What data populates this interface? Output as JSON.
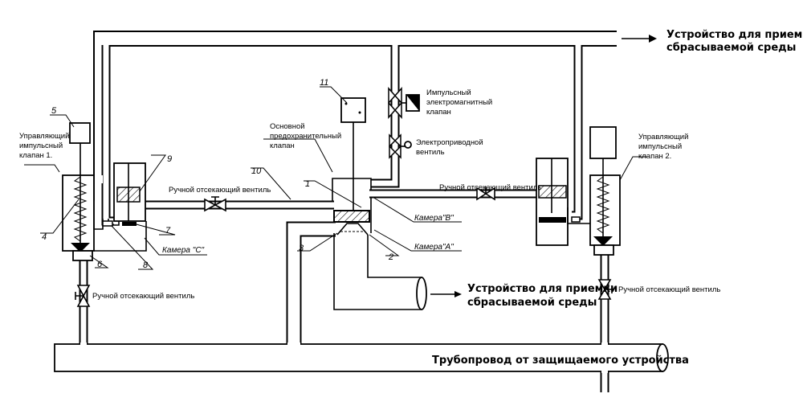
{
  "labels": {
    "outlet_top": [
      "Устройство для приемки",
      "сбрасываемой среды"
    ],
    "outlet_mid": [
      "Устройство для приемки",
      "сбрасываемой среды"
    ],
    "main_pipe": "Трубопровод от защищаемого устройства",
    "control_valve_1": [
      "Управляющий",
      "импульсный",
      "клапан 1."
    ],
    "control_valve_2": [
      "Управляющий",
      "импульсный",
      "клапан 2."
    ],
    "main_valve": [
      "Основной",
      "предохранительный",
      "клапан"
    ],
    "solenoid_valve": [
      "Импульсный",
      "электромагнитный",
      "клапан"
    ],
    "motor_valve": [
      "Электроприводной",
      "вентиль"
    ],
    "manual_valve_left_top": "Ручной отсекающий вентиль",
    "manual_valve_right_top": "Ручной отсекающий вентиль",
    "manual_valve_left_bottom": "Ручной отсекающий вентиль",
    "manual_valve_right_bottom": "Ручной отсекающий вентиль",
    "chamber_c": "Камера \"С\"",
    "chamber_b": "Камера\"В\"",
    "chamber_a": "Камера\"А\""
  },
  "numbers": [
    "1",
    "2",
    "3",
    "4",
    "5",
    "6",
    "7",
    "8",
    "9",
    "10",
    "11"
  ]
}
